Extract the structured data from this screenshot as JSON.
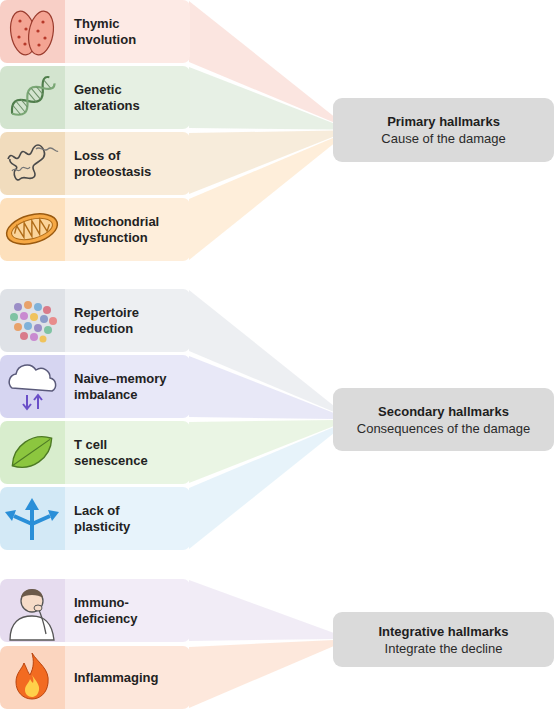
{
  "diagram": {
    "nodes": [
      {
        "text": [
          "Thymic involution"
        ]
      },
      {
        "text": [
          "Genetic alterations"
        ]
      },
      {
        "text": [
          "Loss of proteostasis"
        ]
      },
      {
        "text": [
          "Mitochondrial dysfunction"
        ]
      },
      {
        "text": [
          "Primary hallmarks",
          "Cause of the damage"
        ]
      },
      {
        "text": [
          "Repertoire reduction"
        ]
      },
      {
        "text": [
          "Naive–memory imbalance"
        ]
      },
      {
        "text": [
          "T cell senescence"
        ]
      },
      {
        "text": [
          "Lack of plasticity"
        ]
      },
      {
        "text": [
          "Secondary hallmarks",
          "Consequences of the damage"
        ]
      },
      {
        "text": [
          "Immuno- deficiency"
        ]
      },
      {
        "text": [
          "Inflammaging"
        ]
      },
      {
        "text": [
          "Integrative hallmarks",
          "Integrate the decline"
        ]
      }
    ],
    "edges": [
      {
        "from": 0,
        "to": 4,
        "arrow": "none"
      },
      {
        "from": 1,
        "to": 4,
        "arrow": "none"
      },
      {
        "from": 2,
        "to": 4,
        "arrow": "none"
      },
      {
        "from": 3,
        "to": 4,
        "arrow": "none"
      },
      {
        "from": 5,
        "to": 9,
        "arrow": "none"
      },
      {
        "from": 6,
        "to": 9,
        "arrow": "none"
      },
      {
        "from": 7,
        "to": 9,
        "arrow": "none"
      },
      {
        "from": 8,
        "to": 9,
        "arrow": "none"
      },
      {
        "from": 10,
        "to": 12,
        "arrow": "none"
      },
      {
        "from": 11,
        "to": 12,
        "arrow": "none"
      }
    ]
  }
}
